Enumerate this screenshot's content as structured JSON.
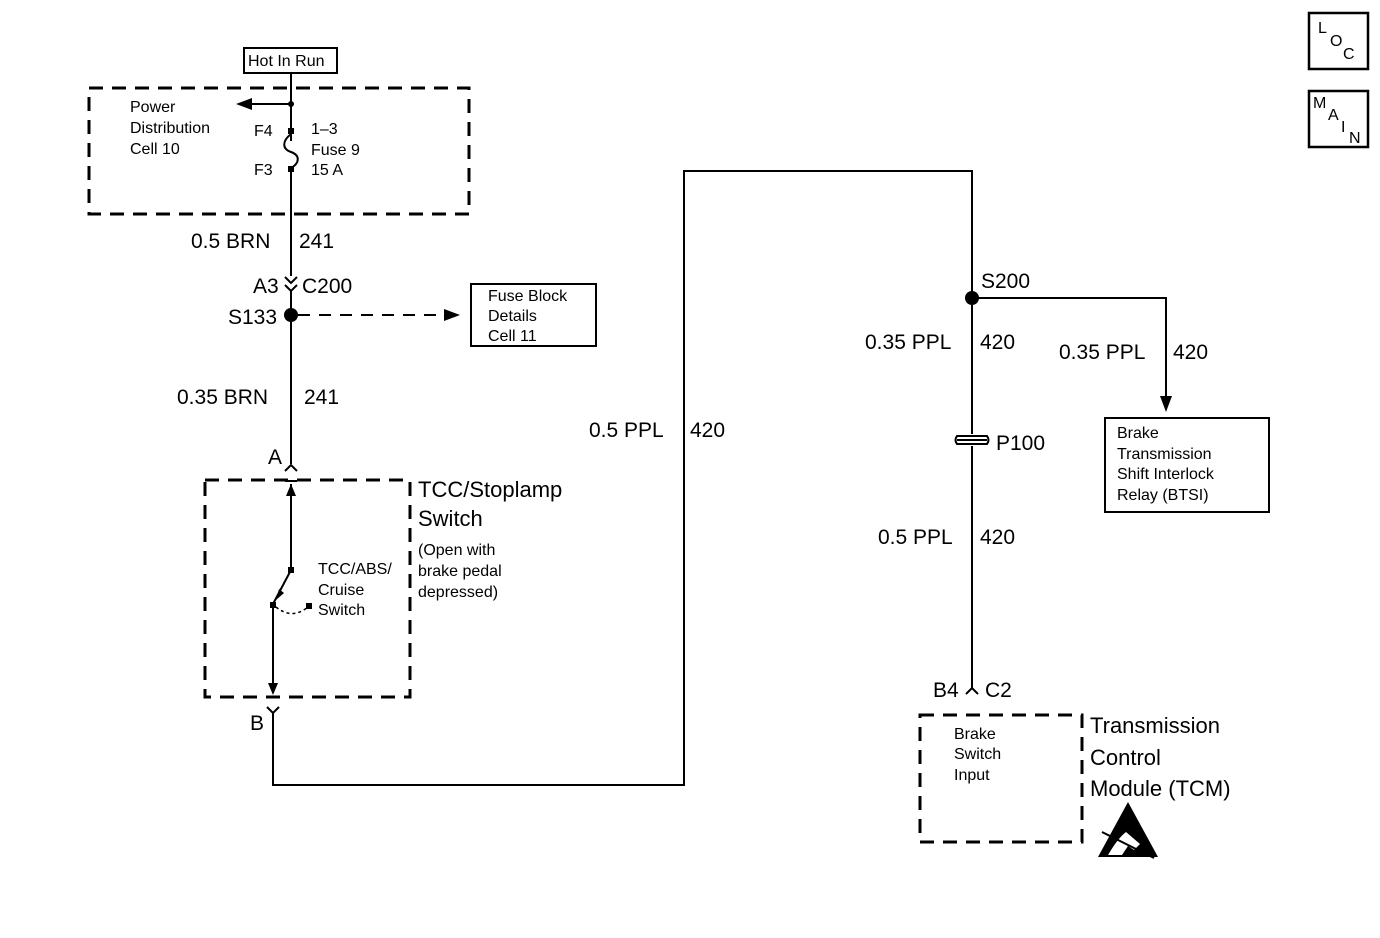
{
  "power": {
    "source_label": "Hot In Run",
    "pd_line1": "Power",
    "pd_line2": "Distribution",
    "pd_line3": "Cell 10",
    "fuse_top_pin": "F4",
    "fuse_bottom_pin": "F3",
    "fuse_line1": "1–3",
    "fuse_line2": "Fuse 9",
    "fuse_line3": "15 A"
  },
  "left_circuit": {
    "wire1_gauge_color": "0.5 BRN",
    "wire1_circuit": "241",
    "conn_pin": "A3",
    "conn_name": "C200",
    "splice": "S133",
    "fuse_block_line1": "Fuse Block",
    "fuse_block_line2": "Details",
    "fuse_block_line3": "Cell 11",
    "wire2_gauge_color": "0.35 BRN",
    "wire2_circuit": "241",
    "pin_a": "A",
    "pin_b": "B"
  },
  "switch": {
    "title_line1": "TCC/Stoplamp",
    "title_line2": "Switch",
    "note_line1": "(Open with",
    "note_line2": "brake pedal",
    "note_line3": "depressed)",
    "inner_line1": "TCC/ABS/",
    "inner_line2": "Cruise",
    "inner_line3": "Switch"
  },
  "middle_wire": {
    "gauge_color": "0.5 PPL",
    "circuit": "420"
  },
  "right_circuit": {
    "splice": "S200",
    "wire_a_gauge_color": "0.35 PPL",
    "wire_a_circuit": "420",
    "wire_b_gauge_color": "0.35 PPL",
    "wire_b_circuit": "420",
    "btsi_line1": "Brake",
    "btsi_line2": "Transmission",
    "btsi_line3": "Shift Interlock",
    "btsi_line4": "Relay (BTSI)",
    "inline_conn": "P100",
    "wire_c_gauge_color": "0.5 PPL",
    "wire_c_circuit": "420",
    "tcm_pin": "B4",
    "tcm_conn": "C2"
  },
  "tcm": {
    "input_line1": "Brake",
    "input_line2": "Switch",
    "input_line3": "Input",
    "title_line1": "Transmission",
    "title_line2": "Control",
    "title_line3": "Module (TCM)"
  },
  "nav": {
    "loc": {
      "l1": "L",
      "l2": "O",
      "l3": "C"
    },
    "main": {
      "l1": "M",
      "l2": "A",
      "l3": "I",
      "l4": "N"
    }
  }
}
